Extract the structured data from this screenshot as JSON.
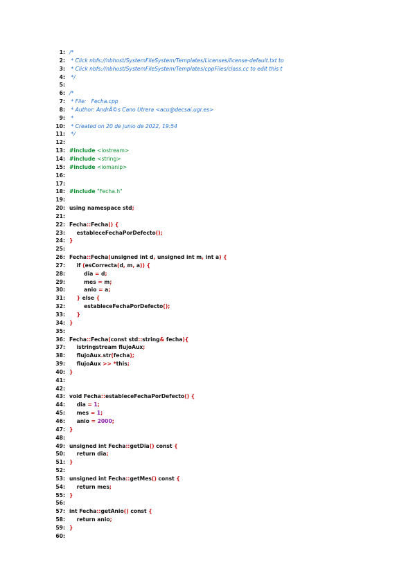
{
  "colors": {
    "comment": "#1f6fd1",
    "preprocessor": "#0a8f2e",
    "punctuation": "#cc1111",
    "number": "#8a1aa8",
    "text": "#111111"
  },
  "lines": [
    {
      "n": "1:",
      "s": [
        [
          "comment",
          "/*"
        ]
      ]
    },
    {
      "n": "2:",
      "s": [
        [
          "comment",
          " * Click nbfs://nbhost/SystemFileSystem/Templates/Licenses/license-default.txt to"
        ]
      ]
    },
    {
      "n": "3:",
      "s": [
        [
          "comment",
          " * Click nbfs://nbhost/SystemFileSystem/Templates/cppFiles/class.cc to edit this t"
        ]
      ]
    },
    {
      "n": "4:",
      "s": [
        [
          "comment",
          " */"
        ]
      ]
    },
    {
      "n": "5:",
      "s": []
    },
    {
      "n": "6:",
      "s": [
        [
          "comment",
          "/*"
        ]
      ]
    },
    {
      "n": "7:",
      "s": [
        [
          "comment",
          " * File:   Fecha.cpp"
        ]
      ]
    },
    {
      "n": "8:",
      "s": [
        [
          "comment",
          " * Author: AndrÃ©s Cano Utrera <acu@decsai.ugr.es>"
        ]
      ]
    },
    {
      "n": "9:",
      "s": [
        [
          "comment",
          " *"
        ]
      ]
    },
    {
      "n": "10:",
      "s": [
        [
          "comment",
          " * Created on 20 de junio de 2022, 19:54"
        ]
      ]
    },
    {
      "n": "11:",
      "s": [
        [
          "comment",
          " */"
        ]
      ]
    },
    {
      "n": "12:",
      "s": []
    },
    {
      "n": "13:",
      "s": [
        [
          "pre",
          "#include "
        ],
        [
          "str",
          "<iostream>"
        ]
      ]
    },
    {
      "n": "14:",
      "s": [
        [
          "pre",
          "#include "
        ],
        [
          "str",
          "<string>"
        ]
      ]
    },
    {
      "n": "15:",
      "s": [
        [
          "pre",
          "#include "
        ],
        [
          "str",
          "<iomanip>"
        ]
      ]
    },
    {
      "n": "16:",
      "s": []
    },
    {
      "n": "17:",
      "s": []
    },
    {
      "n": "18:",
      "s": [
        [
          "pre",
          "#include "
        ],
        [
          "str",
          "\"Fecha.h\""
        ]
      ]
    },
    {
      "n": "19:",
      "s": []
    },
    {
      "n": "20:",
      "s": [
        [
          "code",
          "using namespace std"
        ],
        [
          "red",
          ";"
        ]
      ]
    },
    {
      "n": "21:",
      "s": []
    },
    {
      "n": "22:",
      "s": [
        [
          "code",
          "Fecha"
        ],
        [
          "red",
          "::"
        ],
        [
          "code",
          "Fecha"
        ],
        [
          "red",
          "()"
        ],
        [
          "code",
          " "
        ],
        [
          "red",
          "{"
        ]
      ]
    },
    {
      "n": "23:",
      "s": [
        [
          "code",
          "    estableceFechaPorDefecto"
        ],
        [
          "red",
          "();"
        ]
      ]
    },
    {
      "n": "24:",
      "s": [
        [
          "red",
          "}"
        ]
      ]
    },
    {
      "n": "25:",
      "s": []
    },
    {
      "n": "26:",
      "s": [
        [
          "code",
          "Fecha"
        ],
        [
          "red",
          "::"
        ],
        [
          "code",
          "Fecha"
        ],
        [
          "red",
          "("
        ],
        [
          "code",
          "unsigned int d"
        ],
        [
          "red",
          ","
        ],
        [
          "code",
          " unsigned int m"
        ],
        [
          "red",
          ","
        ],
        [
          "code",
          " int a"
        ],
        [
          "red",
          ")"
        ],
        [
          "code",
          " "
        ],
        [
          "red",
          "{"
        ]
      ]
    },
    {
      "n": "27:",
      "s": [
        [
          "code",
          "    if "
        ],
        [
          "red",
          "("
        ],
        [
          "code",
          "esCorrecta"
        ],
        [
          "red",
          "("
        ],
        [
          "code",
          "d"
        ],
        [
          "red",
          ","
        ],
        [
          "code",
          " m"
        ],
        [
          "red",
          ","
        ],
        [
          "code",
          " a"
        ],
        [
          "red",
          "))"
        ],
        [
          "code",
          " "
        ],
        [
          "red",
          "{"
        ]
      ]
    },
    {
      "n": "28:",
      "s": [
        [
          "code",
          "        dia "
        ],
        [
          "red",
          "="
        ],
        [
          "code",
          " d"
        ],
        [
          "red",
          ";"
        ]
      ]
    },
    {
      "n": "29:",
      "s": [
        [
          "code",
          "        mes "
        ],
        [
          "red",
          "="
        ],
        [
          "code",
          " m"
        ],
        [
          "red",
          ";"
        ]
      ]
    },
    {
      "n": "30:",
      "s": [
        [
          "code",
          "        anio "
        ],
        [
          "red",
          "="
        ],
        [
          "code",
          " a"
        ],
        [
          "red",
          ";"
        ]
      ]
    },
    {
      "n": "31:",
      "s": [
        [
          "code",
          "    "
        ],
        [
          "red",
          "}"
        ],
        [
          "code",
          " else "
        ],
        [
          "red",
          "{"
        ]
      ]
    },
    {
      "n": "32:",
      "s": [
        [
          "code",
          "        estableceFechaPorDefecto"
        ],
        [
          "red",
          "();"
        ]
      ]
    },
    {
      "n": "33:",
      "s": [
        [
          "code",
          "    "
        ],
        [
          "red",
          "}"
        ]
      ]
    },
    {
      "n": "34:",
      "s": [
        [
          "red",
          "}"
        ]
      ]
    },
    {
      "n": "35:",
      "s": []
    },
    {
      "n": "36:",
      "s": [
        [
          "code",
          "Fecha"
        ],
        [
          "red",
          "::"
        ],
        [
          "code",
          "Fecha"
        ],
        [
          "red",
          "("
        ],
        [
          "code",
          "const std"
        ],
        [
          "red",
          "::"
        ],
        [
          "code",
          "string"
        ],
        [
          "red",
          "&"
        ],
        [
          "code",
          " fecha"
        ],
        [
          "red",
          "){"
        ]
      ]
    },
    {
      "n": "37:",
      "s": [
        [
          "code",
          "    istringstream flujoAux"
        ],
        [
          "red",
          ";"
        ]
      ]
    },
    {
      "n": "38:",
      "s": [
        [
          "code",
          "    flujoAux"
        ],
        [
          "red",
          "."
        ],
        [
          "code",
          "str"
        ],
        [
          "red",
          "("
        ],
        [
          "code",
          "fecha"
        ],
        [
          "red",
          ");"
        ]
      ]
    },
    {
      "n": "39:",
      "s": [
        [
          "code",
          "    flujoAux "
        ],
        [
          "red",
          ">>"
        ],
        [
          "code",
          " "
        ],
        [
          "red",
          "*"
        ],
        [
          "code",
          "this"
        ],
        [
          "red",
          ";"
        ]
      ]
    },
    {
      "n": "40:",
      "s": [
        [
          "red",
          "}"
        ]
      ]
    },
    {
      "n": "41:",
      "s": []
    },
    {
      "n": "42:",
      "s": []
    },
    {
      "n": "43:",
      "s": [
        [
          "code",
          "void Fecha"
        ],
        [
          "red",
          "::"
        ],
        [
          "code",
          "estableceFechaPorDefecto"
        ],
        [
          "red",
          "()"
        ],
        [
          "code",
          " "
        ],
        [
          "red",
          "{"
        ]
      ]
    },
    {
      "n": "44:",
      "s": [
        [
          "code",
          "    dia "
        ],
        [
          "red",
          "="
        ],
        [
          "code",
          " "
        ],
        [
          "num",
          "1"
        ],
        [
          "red",
          ";"
        ]
      ]
    },
    {
      "n": "45:",
      "s": [
        [
          "code",
          "    mes "
        ],
        [
          "red",
          "="
        ],
        [
          "code",
          " "
        ],
        [
          "num",
          "1"
        ],
        [
          "red",
          ";"
        ]
      ]
    },
    {
      "n": "46:",
      "s": [
        [
          "code",
          "    anio "
        ],
        [
          "red",
          "="
        ],
        [
          "code",
          " "
        ],
        [
          "num",
          "2000"
        ],
        [
          "red",
          ";"
        ]
      ]
    },
    {
      "n": "47:",
      "s": [
        [
          "red",
          "}"
        ]
      ]
    },
    {
      "n": "48:",
      "s": []
    },
    {
      "n": "49:",
      "s": [
        [
          "code",
          "unsigned int Fecha"
        ],
        [
          "red",
          "::"
        ],
        [
          "code",
          "getDia"
        ],
        [
          "red",
          "()"
        ],
        [
          "code",
          " const "
        ],
        [
          "red",
          "{"
        ]
      ]
    },
    {
      "n": "50:",
      "s": [
        [
          "code",
          "    return dia"
        ],
        [
          "red",
          ";"
        ]
      ]
    },
    {
      "n": "51:",
      "s": [
        [
          "red",
          "}"
        ]
      ]
    },
    {
      "n": "52:",
      "s": []
    },
    {
      "n": "53:",
      "s": [
        [
          "code",
          "unsigned int Fecha"
        ],
        [
          "red",
          "::"
        ],
        [
          "code",
          "getMes"
        ],
        [
          "red",
          "()"
        ],
        [
          "code",
          " const "
        ],
        [
          "red",
          "{"
        ]
      ]
    },
    {
      "n": "54:",
      "s": [
        [
          "code",
          "    return mes"
        ],
        [
          "red",
          ";"
        ]
      ]
    },
    {
      "n": "55:",
      "s": [
        [
          "red",
          "}"
        ]
      ]
    },
    {
      "n": "56:",
      "s": []
    },
    {
      "n": "57:",
      "s": [
        [
          "code",
          "int Fecha"
        ],
        [
          "red",
          "::"
        ],
        [
          "code",
          "getAnio"
        ],
        [
          "red",
          "()"
        ],
        [
          "code",
          " const "
        ],
        [
          "red",
          "{"
        ]
      ]
    },
    {
      "n": "58:",
      "s": [
        [
          "code",
          "    return anio"
        ],
        [
          "red",
          ";"
        ]
      ]
    },
    {
      "n": "59:",
      "s": [
        [
          "red",
          "}"
        ]
      ]
    },
    {
      "n": "60:",
      "s": []
    }
  ]
}
